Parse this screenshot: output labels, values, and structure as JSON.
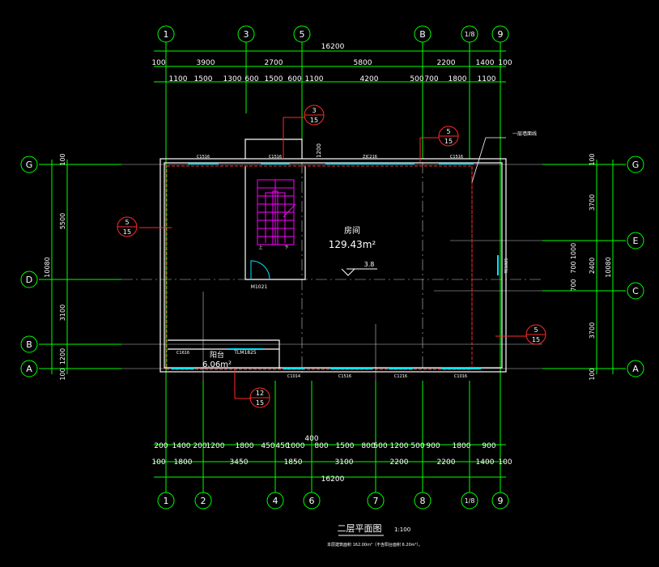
{
  "drawing": {
    "title": "二层平面图",
    "scale": "1:100",
    "note": "本层建筑面积 162.00m²（不含阳台面积 6.20m²）。"
  },
  "axes_top": [
    "1",
    "3",
    "5",
    "B",
    "1/8",
    "9"
  ],
  "axes_bottom": [
    "1",
    "2",
    "4",
    "6",
    "7",
    "8",
    "1/8",
    "9"
  ],
  "axes_left": [
    "G",
    "D",
    "B",
    "A"
  ],
  "axes_right": [
    "G",
    "E",
    "C",
    "A"
  ],
  "dims_top_total": "16200",
  "dims_top_row1": [
    "100",
    "3900",
    "2700",
    "5800",
    "2200",
    "1400",
    "100"
  ],
  "dims_top_row2": [
    "1100",
    "1500",
    "1300",
    "600",
    "1500",
    "600",
    "1100",
    "4200",
    "500",
    "700",
    "1800",
    "1100"
  ],
  "dims_bottom_row1": [
    "200",
    "1400",
    "200",
    "1200",
    "1800",
    "450",
    "450",
    "1000",
    "800",
    "1500",
    "800",
    "500",
    "1200",
    "500",
    "900",
    "1800",
    "900"
  ],
  "dims_bottom_extra": "400",
  "dims_bottom_row2": [
    "100",
    "1800",
    "3450",
    "1850",
    "3100",
    "2200",
    "2200",
    "1400",
    "100"
  ],
  "dims_bottom_total": "16200",
  "dims_left": [
    "100",
    "5500",
    "3100",
    "1200",
    "100"
  ],
  "dims_left_total": "10080",
  "dims_right": [
    "100",
    "3700",
    "1000",
    "700",
    "2400",
    "700",
    "3700",
    "100"
  ],
  "dims_right_total": "10080",
  "rooms": {
    "main_name": "房间",
    "main_area": "129.43m²",
    "balcony_name": "阳台",
    "balcony_area": "6.06m²"
  },
  "callouts": [
    {
      "top": "3",
      "bottom": "15"
    },
    {
      "top": "5",
      "bottom": "15"
    },
    {
      "top": "5",
      "bottom": "15"
    },
    {
      "top": "5",
      "bottom": "15"
    },
    {
      "top": "12",
      "bottom": "15"
    }
  ],
  "labels": {
    "elevation": "3.8",
    "door_m": "M1021",
    "door_tlm": "TLM1825",
    "window_top_1": "C1516",
    "window_top_2": "C1516",
    "window_top_3": "ZJC216",
    "window_top_4": "C1516",
    "window_bot_1": "C1616",
    "window_bot_2": "C1014",
    "window_bot_3": "C1516",
    "window_bot_4": "C1216",
    "window_bot_5": "C1016",
    "window_right": "TC1825",
    "stair_up": "上",
    "stair_dn": "下",
    "dim_1200": "1200",
    "leader_note": "一层墙面线"
  },
  "colors": {
    "background": "#000000",
    "axis": "#00ff00",
    "wall": "#ffffff",
    "callout": "#ff2a2a",
    "window": "#00e5ff",
    "stair": "#ff00ff"
  }
}
